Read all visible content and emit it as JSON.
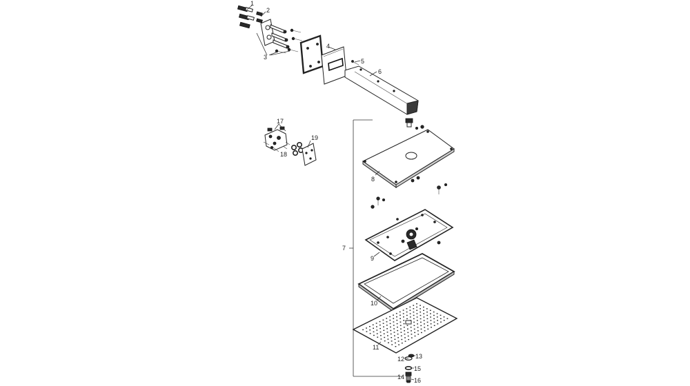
{
  "labels": {
    "p1": "1",
    "p2": "2",
    "p3": "3",
    "p4": "4",
    "p5": "5",
    "p6": "6",
    "p7": "7",
    "p8": "8",
    "p9": "9",
    "p10": "10",
    "p11": "11",
    "p12": "12",
    "p13": "13",
    "p14": "14",
    "p15": "15",
    "p16": "16",
    "p17": "17",
    "p18": "18",
    "p19": "19"
  },
  "colors": {
    "line": "#222222",
    "fill_dark": "#2a2a2a",
    "fill_mid": "#8a8a8a",
    "background": "#ffffff"
  }
}
